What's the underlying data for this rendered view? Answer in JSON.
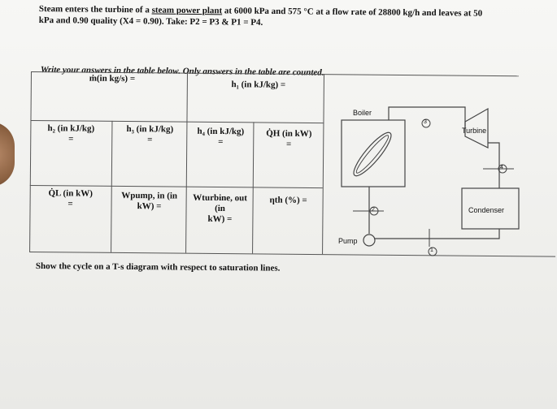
{
  "problem": {
    "line1_pre": "Steam enters the turbine of a ",
    "line1_link": "steam power plant",
    "line1_post": " at 6000 kPa and 575 °C at a flow rate of 28800 kg/h and leaves at 50",
    "line2": "kPa and 0.90 quality (X4 = 0.90). Take: P2 = P3 & P1 = P4."
  },
  "instruction": "Write your answers in the table below. Only answers in the table are counted.",
  "table": {
    "row1": [
      "ṁ(in kg/s) =",
      "h₁ (in kJ/kg) ="
    ],
    "row2": [
      "h₂ (in kJ/kg)",
      "h₃ (in kJ/kg)",
      "h₄ (in kJ/kg)",
      "Q̇H (in kW)"
    ],
    "row2_eq": "=",
    "row3": [
      "Q̇L (in kW)",
      "Wpump, in (in",
      "Wturbine, out (in",
      "ηth (%) ="
    ],
    "row3_b": [
      "=",
      "kW) =",
      "kW) ="
    ]
  },
  "diagram": {
    "boiler": "Boiler",
    "turbine": "Turbine",
    "condenser": "Condenser",
    "pump": "Pump",
    "states": [
      "1",
      "2",
      "3",
      "4"
    ]
  },
  "footer": "Show the cycle on a T-s diagram with respect to saturation lines."
}
